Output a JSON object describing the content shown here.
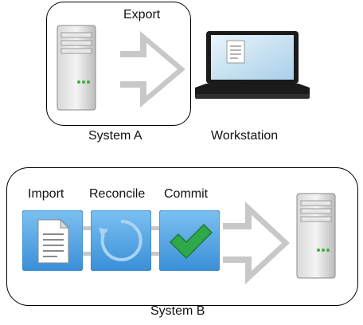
{
  "system_a": {
    "title": "System A",
    "arrow_label": "Export"
  },
  "workstation": {
    "title": "Workstation"
  },
  "system_b": {
    "title": "System B",
    "steps": [
      {
        "label": "Import",
        "icon": "document-icon"
      },
      {
        "label": "Reconcile",
        "icon": "refresh-icon"
      },
      {
        "label": "Commit",
        "icon": "checkmark-icon"
      }
    ]
  },
  "colors": {
    "tile_blue": "#4aa3e8",
    "check_green": "#2ea84a",
    "arrow_gray": "#c8c8c8",
    "laptop_black": "#1a1a1a"
  }
}
